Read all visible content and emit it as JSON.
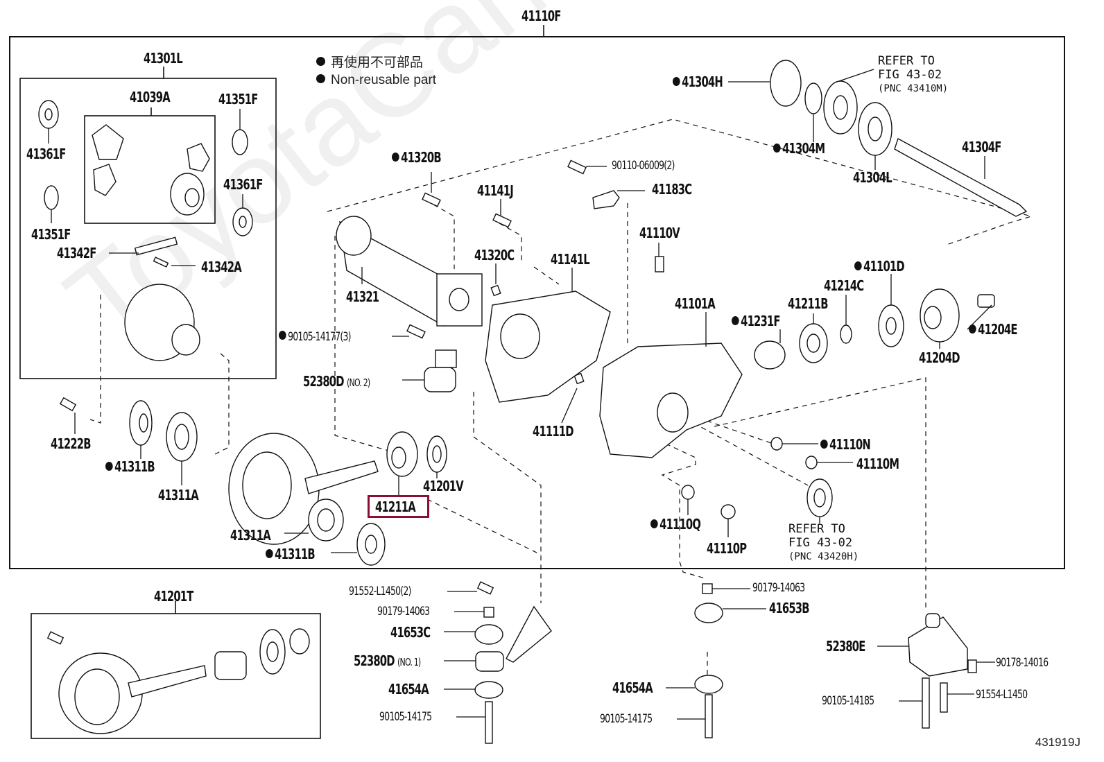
{
  "diagram": {
    "title_part": "41110F",
    "figure_number": "431919J",
    "watermark": "ToyotaCarMiner.ru",
    "highlighted_part": "41211A",
    "highlight_color": "#8a0f33",
    "legend": {
      "line1": "再使用不可部品",
      "line2": "Non-reusable part"
    },
    "groups": {
      "differential_case_kit": "41301L",
      "pinion_gear_kit": "41039A",
      "ring_gear_kit": "41201T"
    },
    "parts": [
      {
        "id": "41301L",
        "non_reusable": false
      },
      {
        "id": "41039A",
        "non_reusable": false
      },
      {
        "id": "41351F",
        "non_reusable": false
      },
      {
        "id": "41361F",
        "non_reusable": false
      },
      {
        "id": "41361F",
        "non_reusable": false
      },
      {
        "id": "41351F",
        "non_reusable": false
      },
      {
        "id": "41342F",
        "non_reusable": false
      },
      {
        "id": "41342A",
        "non_reusable": false
      },
      {
        "id": "41222B",
        "non_reusable": false
      },
      {
        "id": "41311B",
        "non_reusable": true
      },
      {
        "id": "41311A",
        "non_reusable": false
      },
      {
        "id": "41311A",
        "non_reusable": false
      },
      {
        "id": "41311B",
        "non_reusable": true
      },
      {
        "id": "41211A",
        "non_reusable": false
      },
      {
        "id": "41201V",
        "non_reusable": false
      },
      {
        "id": "41320B",
        "non_reusable": true
      },
      {
        "id": "41321",
        "non_reusable": false
      },
      {
        "id": "90105-14177(3)",
        "non_reusable": true
      },
      {
        "id": "52380D",
        "qualifier": "(NO. 2)",
        "non_reusable": false
      },
      {
        "id": "41141J",
        "non_reusable": false
      },
      {
        "id": "41320C",
        "non_reusable": false
      },
      {
        "id": "41141L",
        "non_reusable": false
      },
      {
        "id": "41111D",
        "non_reusable": false
      },
      {
        "id": "90110-06009(2)",
        "non_reusable": false
      },
      {
        "id": "41183C",
        "non_reusable": false
      },
      {
        "id": "41110V",
        "non_reusable": false
      },
      {
        "id": "41101A",
        "non_reusable": false
      },
      {
        "id": "41231F",
        "non_reusable": true
      },
      {
        "id": "41211B",
        "non_reusable": false
      },
      {
        "id": "41214C",
        "non_reusable": false
      },
      {
        "id": "41101D",
        "non_reusable": true
      },
      {
        "id": "41204D",
        "non_reusable": false
      },
      {
        "id": "41204E",
        "non_reusable": true
      },
      {
        "id": "41110N",
        "non_reusable": true
      },
      {
        "id": "41110M",
        "non_reusable": false
      },
      {
        "id": "41110Q",
        "non_reusable": true
      },
      {
        "id": "41110P",
        "non_reusable": false
      },
      {
        "id": "41304H",
        "non_reusable": true
      },
      {
        "id": "41304M",
        "non_reusable": true
      },
      {
        "id": "41304L",
        "non_reusable": false
      },
      {
        "id": "41304F",
        "non_reusable": false
      },
      {
        "id": "41201T",
        "non_reusable": false
      },
      {
        "id": "91552-L1450(2)",
        "non_reusable": false
      },
      {
        "id": "90179-14063",
        "non_reusable": false
      },
      {
        "id": "41653C",
        "non_reusable": false
      },
      {
        "id": "52380D",
        "qualifier": "(NO. 1)",
        "non_reusable": false
      },
      {
        "id": "41654A",
        "non_reusable": false
      },
      {
        "id": "90105-14175",
        "non_reusable": false
      },
      {
        "id": "90179-14063",
        "non_reusable": false
      },
      {
        "id": "41653B",
        "non_reusable": false
      },
      {
        "id": "41654A",
        "non_reusable": false
      },
      {
        "id": "90105-14175",
        "non_reusable": false
      },
      {
        "id": "52380E",
        "non_reusable": false
      },
      {
        "id": "90178-14016",
        "non_reusable": false
      },
      {
        "id": "90105-14185",
        "non_reusable": false
      },
      {
        "id": "91554-L1450",
        "non_reusable": false
      }
    ],
    "references": [
      {
        "line1": "REFER TO",
        "line2": "FIG 43-02",
        "line3": "(PNC 43410M)"
      },
      {
        "line1": "REFER TO",
        "line2": "FIG 43-02",
        "line3": "(PNC 43420H)"
      }
    ]
  }
}
